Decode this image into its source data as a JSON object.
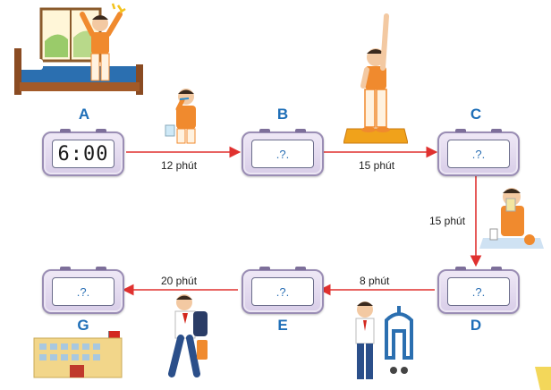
{
  "nodes": [
    {
      "letter": "A",
      "display": "6:00"
    },
    {
      "letter": "B",
      "display": ".?."
    },
    {
      "letter": "C",
      "display": ".?."
    },
    {
      "letter": "D",
      "display": ".?."
    },
    {
      "letter": "E",
      "display": ".?."
    },
    {
      "letter": "G",
      "display": ".?."
    }
  ],
  "durations": {
    "a_b": "12 phút",
    "b_c": "15 phút",
    "c_d": "15 phút",
    "d_e": "8 phút",
    "e_g": "20 phút"
  },
  "colors": {
    "arrow": "#e0312f",
    "letter": "#1f6fb8",
    "shirt": "#f08a2e",
    "clock_frame": "#9a8db4"
  },
  "illustrations": [
    "boy-waking-up-bed",
    "boy-brushing-teeth",
    "boy-stretching-exercise",
    "boy-eating-breakfast",
    "boy-getting-dressed",
    "boy-walking-to-school",
    "school-building"
  ]
}
